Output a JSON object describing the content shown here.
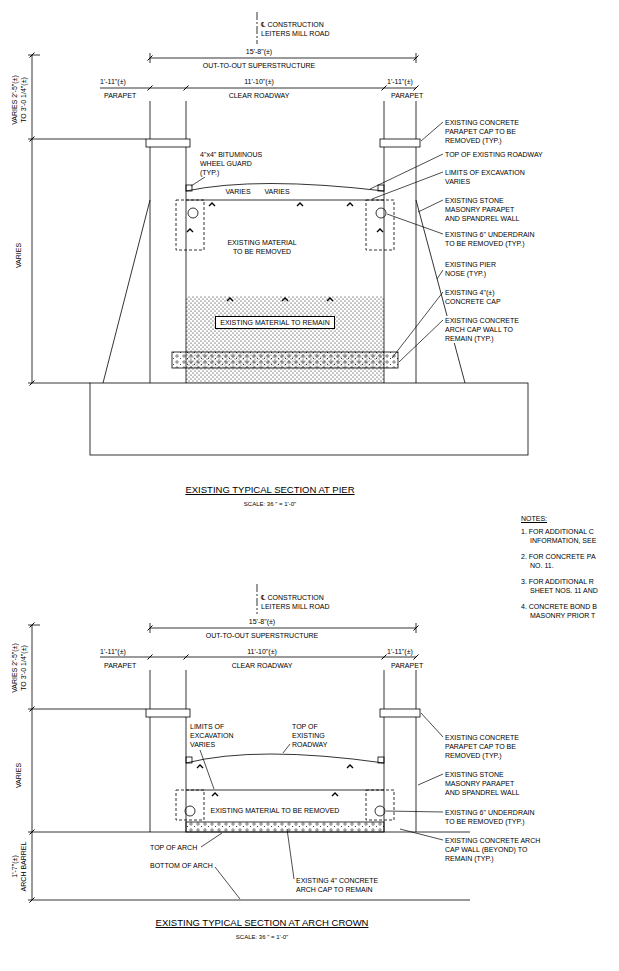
{
  "diagram": {
    "nodes": [
      {
        "text": [
          "EXISTING MATERIAL TO REMAIN"
        ]
      }
    ],
    "edges": [],
    "labels": [
      "℄ CONSTRUCTION LEITERS MILL ROAD",
      "15'-8\"(±)",
      "OUT-TO-OUT SUPERSTRUCTURE",
      "1'-11\"(±)",
      "11'-10\"(±)",
      "1'-11\"(±)",
      "PARAPET",
      "CLEAR ROADWAY",
      "PARAPET",
      "VARIES 2'-5\"(±) TO 3'-0 1/4\"(±)",
      "VARIES",
      "4\"x4\" BITUMINOUS WHEEL GUARD (TYP.)",
      "VARIES",
      "VARIES",
      "EXISTING CONCRETE PARAPET CAP TO BE REMOVED (TYP.)",
      "TOP OF EXISTING ROADWAY",
      "LIMITS OF EXCAVATION VARIES",
      "EXISTING STONE MASONRY PARAPET AND SPANDREL WALL",
      "EXISTING 6\" UNDERDRAIN TO BE REMOVED (TYP.)",
      "EXISTING MATERIAL TO BE REMOVED",
      "EXISTING PIER NOSE (TYP.)",
      "EXISTING 4\"(±) CONCRETE CAP",
      "EXISTING CONCRETE ARCH CAP WALL TO REMAIN (TYP.)",
      "EXISTING TYPICAL SECTION AT PIER",
      "SCALE: 36 \" = 1'-0\"",
      "NOTES:",
      "1. FOR ADDITIONAL C INFORMATION, SEE",
      "2. FOR CONCRETE PA NO. 11.",
      "3. FOR ADDITIONAL R SHEET NOS. 11 AND",
      "4. CONCRETE BOND B MASONRY PRIOR T",
      "℄ CONSTRUCTION LEITERS MILL ROAD",
      "15'-8\"(±)",
      "OUT-TO-OUT SUPERSTRUCTURE",
      "1'-11\"(±)",
      "11'-10\"(±)",
      "1'-11\"(±)",
      "PARAPET",
      "CLEAR ROADWAY",
      "PARAPET",
      "VARIES 2'-5\"(±) TO 3'-0 1/4\"(±)",
      "VARIES",
      "1'-7\"(±)",
      "ARCH BARREL",
      "LIMITS OF EXCAVATION VARIES",
      "TOP OF EXISTING ROADWAY",
      "EXISTING CONCRETE PARAPET CAP TO BE REMOVED (TYP.)",
      "EXISTING STONE MASONRY PARAPET AND SPANDREL WALL",
      "EXISTING 6\" UNDERDRAIN TO BE REMOVED (TYP.)",
      "EXISTING MATERIAL TO BE REMOVED",
      "EXISTING CONCRETE ARCH CAP WALL (BEYOND) TO REMAIN (TYP.)",
      "TOP OF ARCH",
      "BOTTOM OF ARCH",
      "EXISTING 4\" CONCRETE ARCH CAP TO REMAIN",
      "EXISTING TYPICAL SECTION AT ARCH CROWN",
      "SCALE: 36 \" = 1'-0\""
    ]
  }
}
